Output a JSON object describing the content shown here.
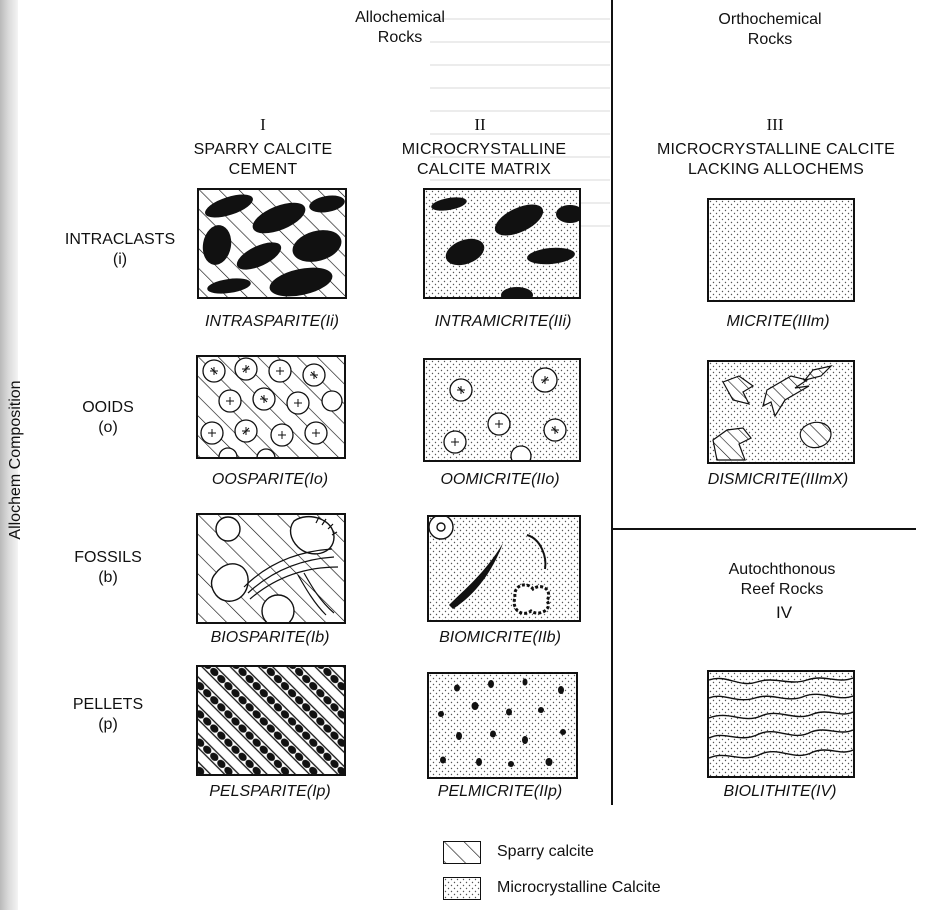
{
  "header": {
    "allochemical": "Allochemical\nRocks",
    "orthochemical": "Orthochemical\nRocks"
  },
  "columns": [
    {
      "roman": "I",
      "title": "SPARRY CALCITE\nCEMENT"
    },
    {
      "roman": "II",
      "title": "MICROCRYSTALLINE\nCALCITE MATRIX"
    },
    {
      "roman": "III",
      "title": "MICROCRYSTALLINE CALCITE\nLACKING ALLOCHEMS"
    }
  ],
  "axis_label": "Allochem Composition",
  "rows": [
    {
      "label": "INTRACLASTS\n(i)"
    },
    {
      "label": "OOIDS\n(o)"
    },
    {
      "label": "FOSSILS\n(b)"
    },
    {
      "label": "PELLETS\n(p)"
    }
  ],
  "rock_names": {
    "intrasparite": "INTRASPARITE(Ii)",
    "intramicrite": "INTRAMICRITE(IIi)",
    "micrite": "MICRITE(IIIm)",
    "oosparite": "OOSPARITE(Io)",
    "oomicrite": "OOMICRITE(IIo)",
    "dismicrite": "DISMICRITE(IIImX)",
    "biosparite": "BIOSPARITE(Ib)",
    "biomicrite": "BIOMICRITE(IIb)",
    "pelsparite": "PELSPARITE(Ip)",
    "pelmicrite": "PELMICRITE(IIp)",
    "biolithite": "BIOLITHITE(IV)"
  },
  "reef": {
    "title": "Autochthonous\nReef Rocks",
    "roman": "IV"
  },
  "legend": [
    {
      "label": "Sparry calcite",
      "pattern": "hatch"
    },
    {
      "label": "Microcrystalline Calcite",
      "pattern": "stipple"
    }
  ]
}
